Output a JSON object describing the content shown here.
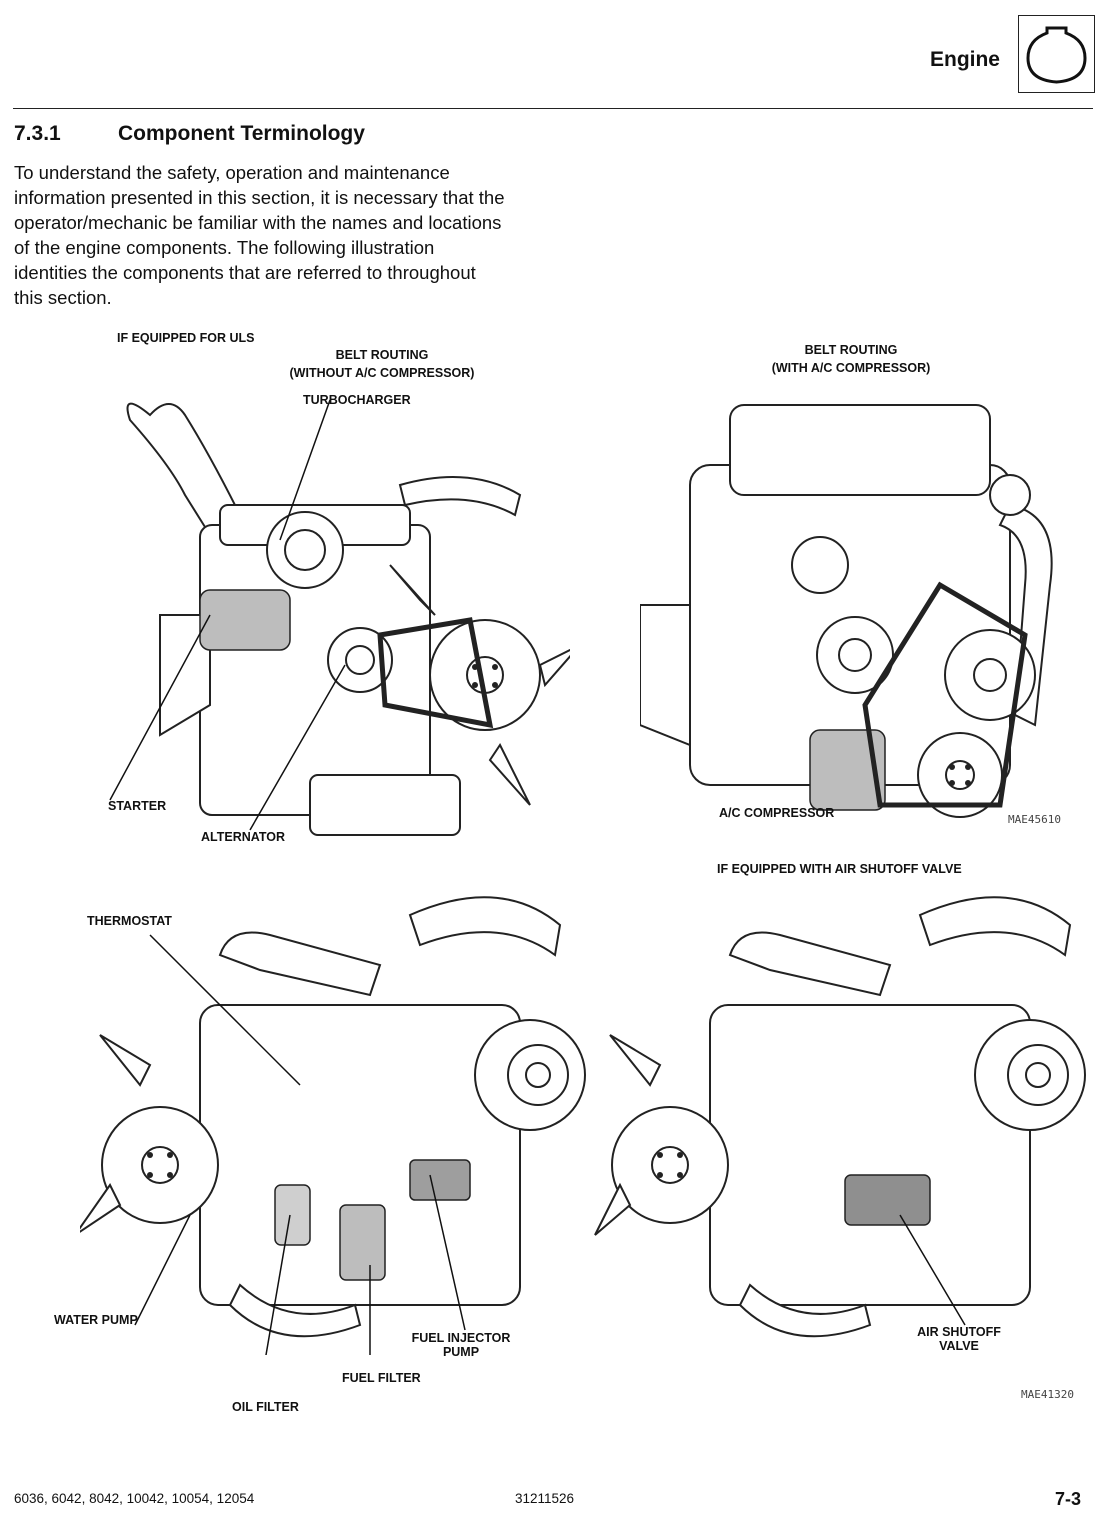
{
  "header": {
    "section_name": "Engine",
    "icon": "engine-outline-icon"
  },
  "section": {
    "number": "7.3.1",
    "title": "Component Terminology",
    "intro_lines": [
      "To understand the safety, operation and maintenance",
      "information presented in this section, it is necessary that the",
      "operator/mechanic be familiar with the names and locations",
      "of the engine components. The following illustration",
      "identities the components that are referred to throughout",
      "this section."
    ]
  },
  "figures": {
    "top_left": {
      "uls_note": "IF EQUIPPED FOR ULS",
      "belt_routing_line1": "BELT ROUTING",
      "belt_routing_line2": "(WITHOUT A/C COMPRESSOR)",
      "turbocharger": "TURBOCHARGER",
      "starter": "STARTER",
      "alternator": "ALTERNATOR"
    },
    "top_right": {
      "belt_routing_line1": "BELT ROUTING",
      "belt_routing_line2": "(WITH A/C COMPRESSOR)",
      "ac_compressor": "A/C COMPRESSOR",
      "code": "MAE45610"
    },
    "bottom_left": {
      "thermostat": "THERMOSTAT",
      "water_pump": "WATER PUMP",
      "fuel_injector_line1": "FUEL INJECTOR",
      "fuel_injector_line2": "PUMP",
      "fuel_filter": "FUEL FILTER",
      "oil_filter": "OIL FILTER"
    },
    "bottom_right": {
      "air_shutoff_note": "IF EQUIPPED WITH AIR SHUTOFF VALVE",
      "air_shutoff_line1": "AIR SHUTOFF",
      "air_shutoff_line2": "VALVE",
      "code": "MAE41320"
    }
  },
  "footer": {
    "models": "6036, 6042, 8042, 10042, 10054, 12054",
    "doc_number": "31211526",
    "page": "7-3"
  }
}
